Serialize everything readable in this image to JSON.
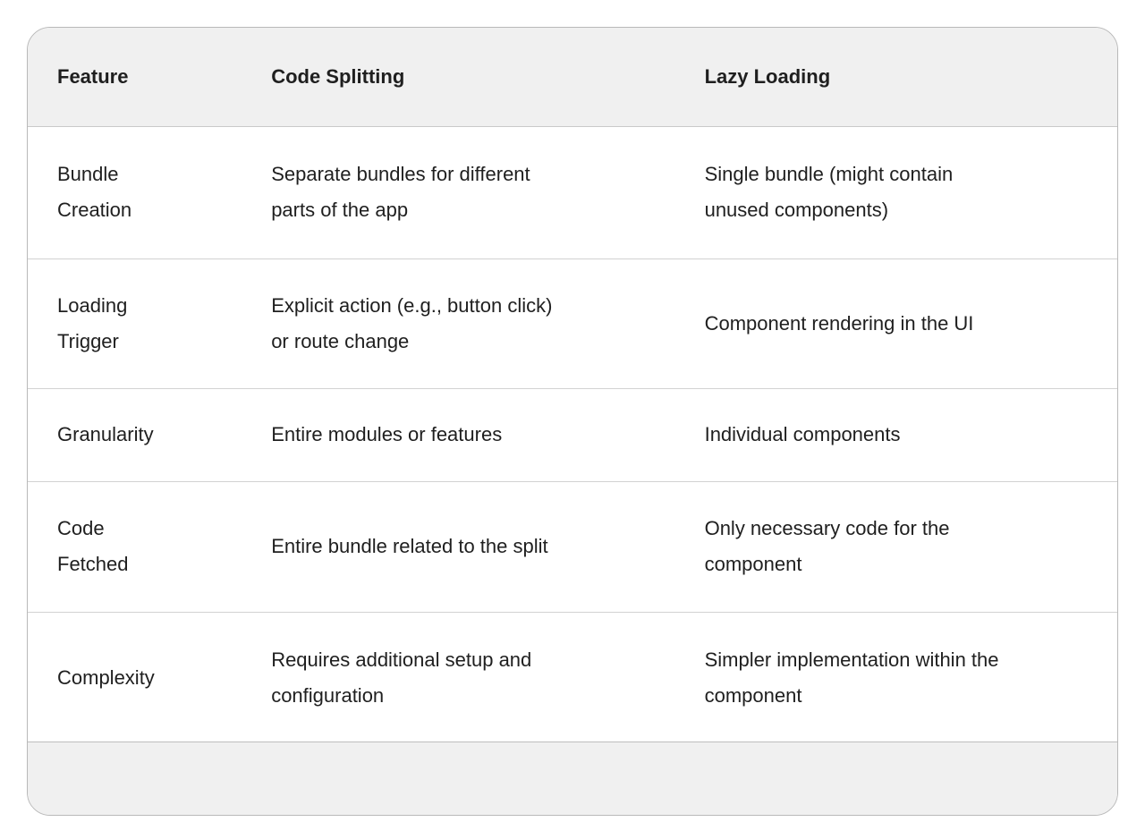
{
  "table": {
    "headers": [
      "Feature",
      "Code Splitting",
      "Lazy Loading"
    ],
    "rows": [
      [
        "Bundle\nCreation",
        "Separate bundles for different\nparts of the app",
        "Single bundle (might contain\nunused components)"
      ],
      [
        "Loading\nTrigger",
        "Explicit action (e.g., button click)\nor route change",
        "Component rendering in the UI"
      ],
      [
        "Granularity",
        "Entire modules or features",
        "Individual components"
      ],
      [
        "Code\nFetched",
        "Entire bundle related to the split",
        "Only necessary code for the\ncomponent"
      ],
      [
        "Complexity",
        "Requires additional setup and\nconfiguration",
        "Simpler implementation within the\ncomponent"
      ]
    ]
  },
  "colors": {
    "header_background": "#f0f0f0",
    "footer_background": "#f0f0f0",
    "card_border": "#b9b9b9",
    "row_divider": "#d2d2d2",
    "text": "#1f1f1f"
  }
}
